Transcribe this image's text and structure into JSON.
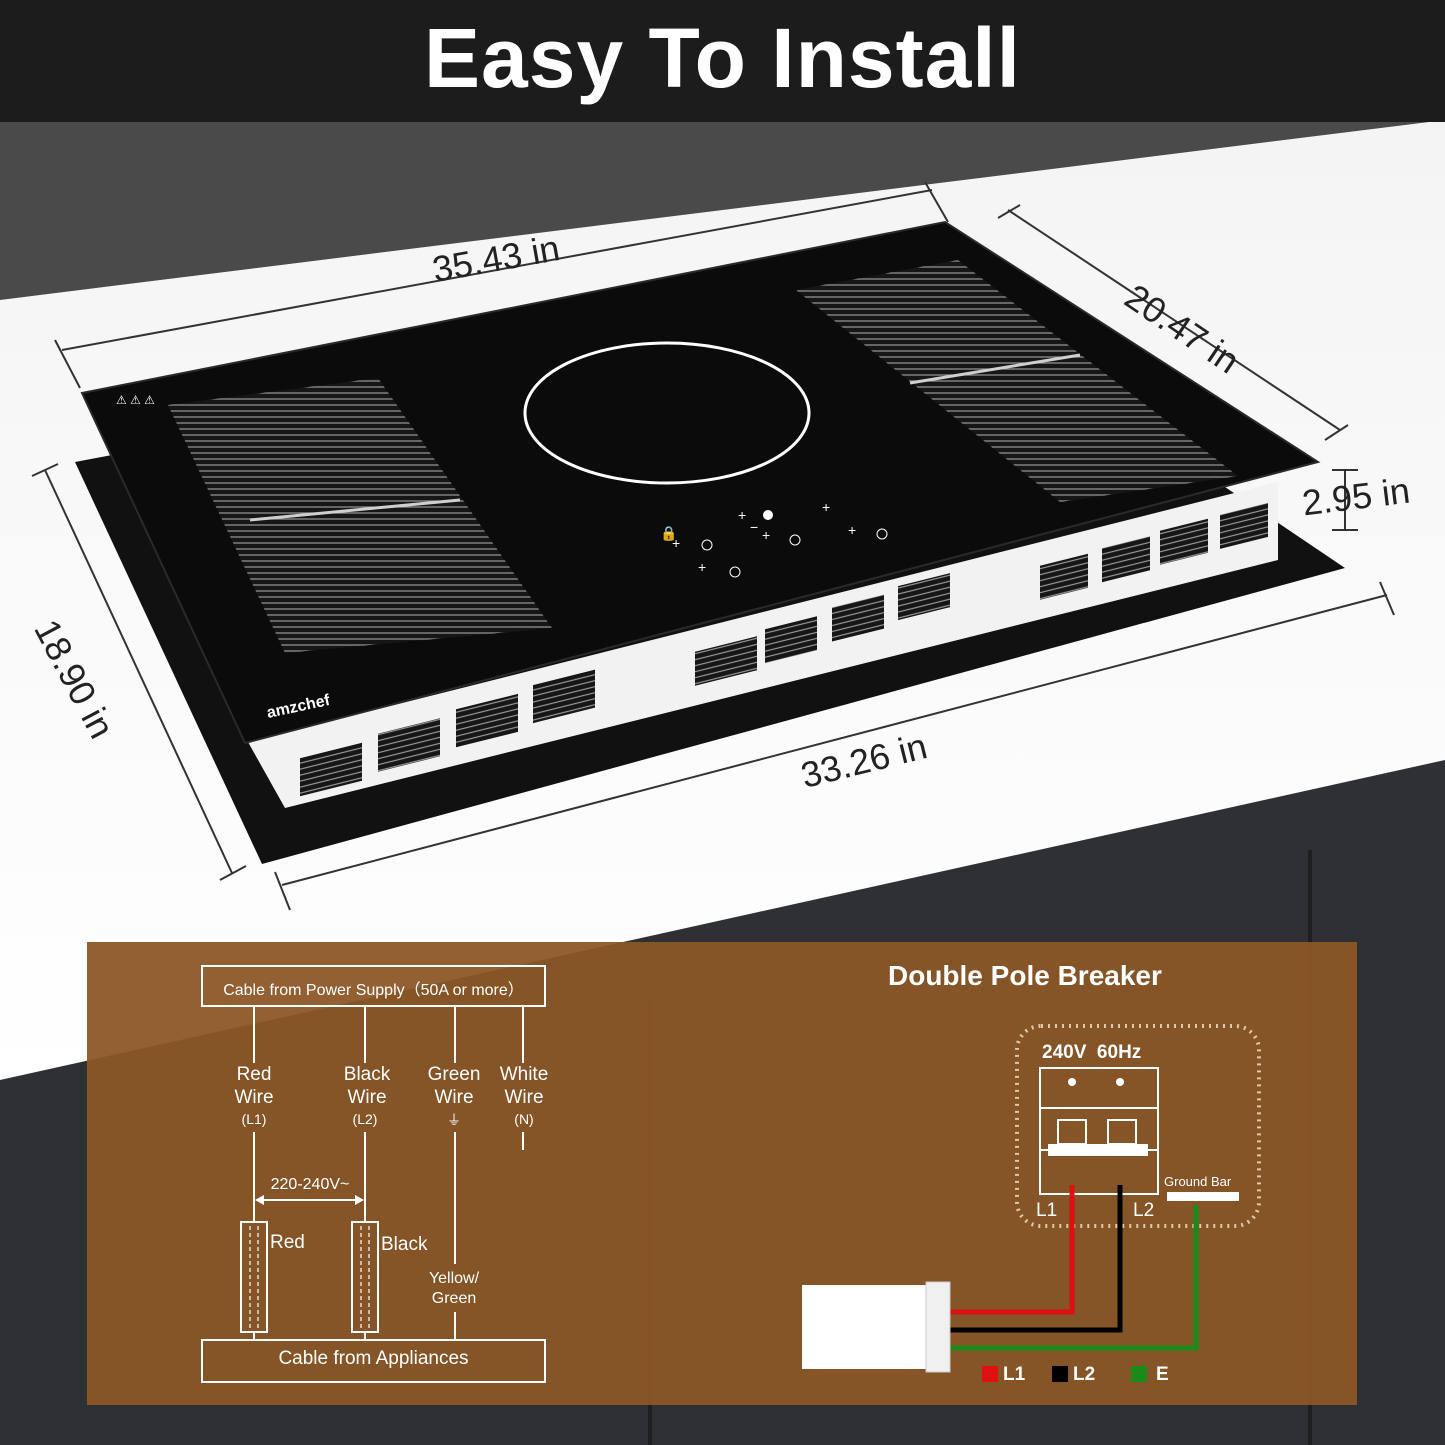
{
  "title": "Easy To Install",
  "brand": "amzchef",
  "dimensions": {
    "top_width": "35.43 in",
    "depth": "20.47 in",
    "height": "2.95 in",
    "cutout_depth": "18.90 in",
    "cutout_width": "33.26 in"
  },
  "wiring": {
    "supply_box": "Cable from Power Supply（50A or more）",
    "appliance_box": "Cable from Appliances",
    "voltage": "220-240V~",
    "wires": [
      {
        "line1": "Red",
        "line2": "Wire",
        "code": "(L1)"
      },
      {
        "line1": "Black",
        "line2": "Wire",
        "code": "(L2)"
      },
      {
        "line1": "Green",
        "line2": "Wire",
        "code": "⏚"
      },
      {
        "line1": "White",
        "line2": "Wire",
        "code": "(N)"
      }
    ],
    "terminal_red": "Red",
    "terminal_black": "Black",
    "ground_line1": "Yellow/",
    "ground_line2": "Green"
  },
  "breaker": {
    "title": "Double Pole Breaker",
    "rating": "240V  60Hz",
    "l1": "L1",
    "l2": "L2",
    "ground_bar": "Ground Bar",
    "legend": [
      {
        "label": "L1",
        "color": "#e01010"
      },
      {
        "label": "L2",
        "color": "#000000"
      },
      {
        "label": "E",
        "color": "#1a8a1a"
      }
    ]
  }
}
